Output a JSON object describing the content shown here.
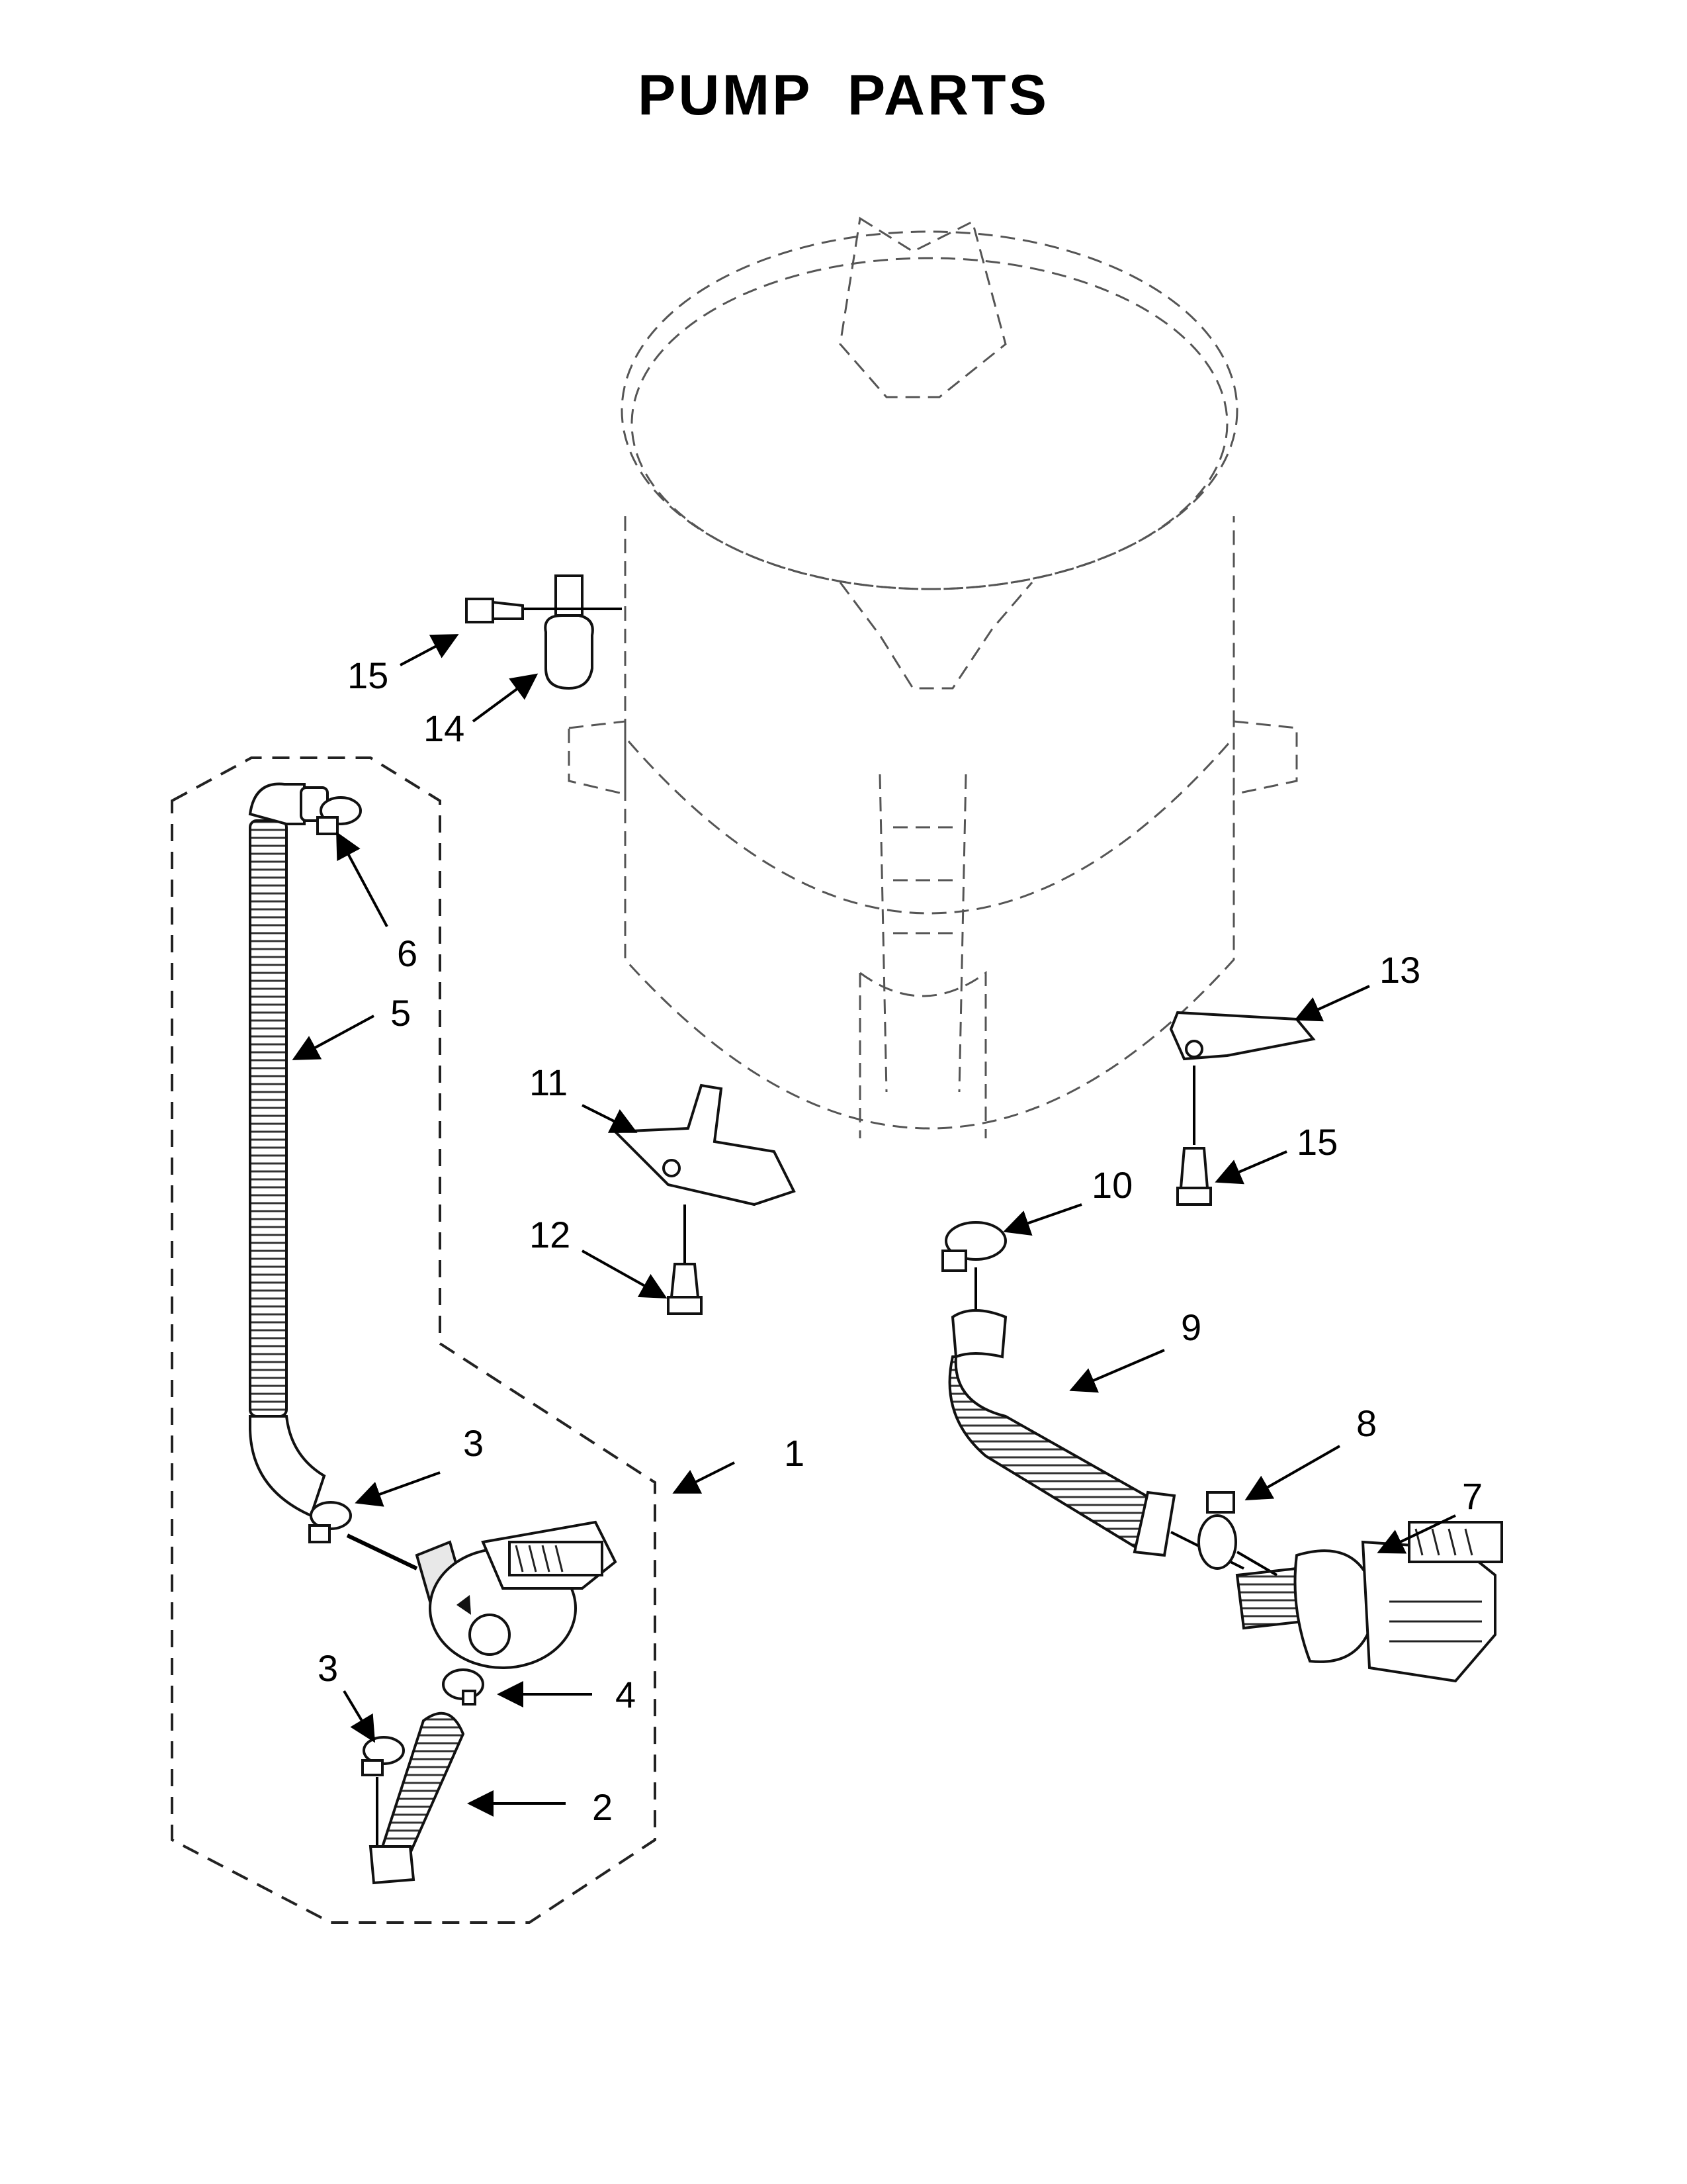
{
  "title": "PUMP PARTS",
  "callouts": {
    "c1": "1",
    "c2": "2",
    "c3a": "3",
    "c3b": "3",
    "c4": "4",
    "c5": "5",
    "c6": "6",
    "c7": "7",
    "c8": "8",
    "c9": "9",
    "c10": "10",
    "c11": "11",
    "c12": "12",
    "c13": "13",
    "c14": "14",
    "c15a": "15",
    "c15b": "15"
  }
}
